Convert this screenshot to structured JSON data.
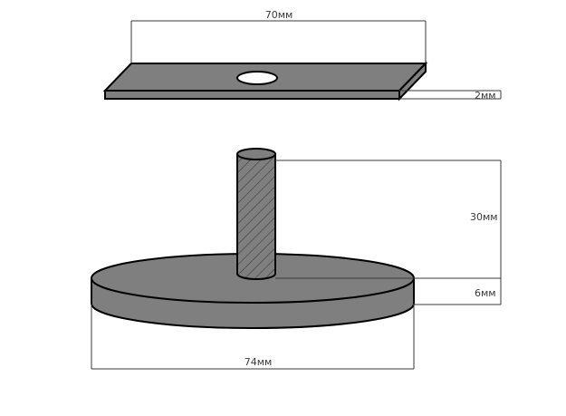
{
  "dimensions": {
    "plate_width": "70мм",
    "plate_thickness": "2мм",
    "rod_height": "30мм",
    "disc_thickness": "6мм",
    "disc_diameter": "74мм"
  },
  "colors": {
    "fill": "#7f7f7f",
    "stroke": "#000000",
    "dim_line": "#3a3a3a",
    "hole": "#ffffff",
    "hatch": "#3c3c3c"
  }
}
